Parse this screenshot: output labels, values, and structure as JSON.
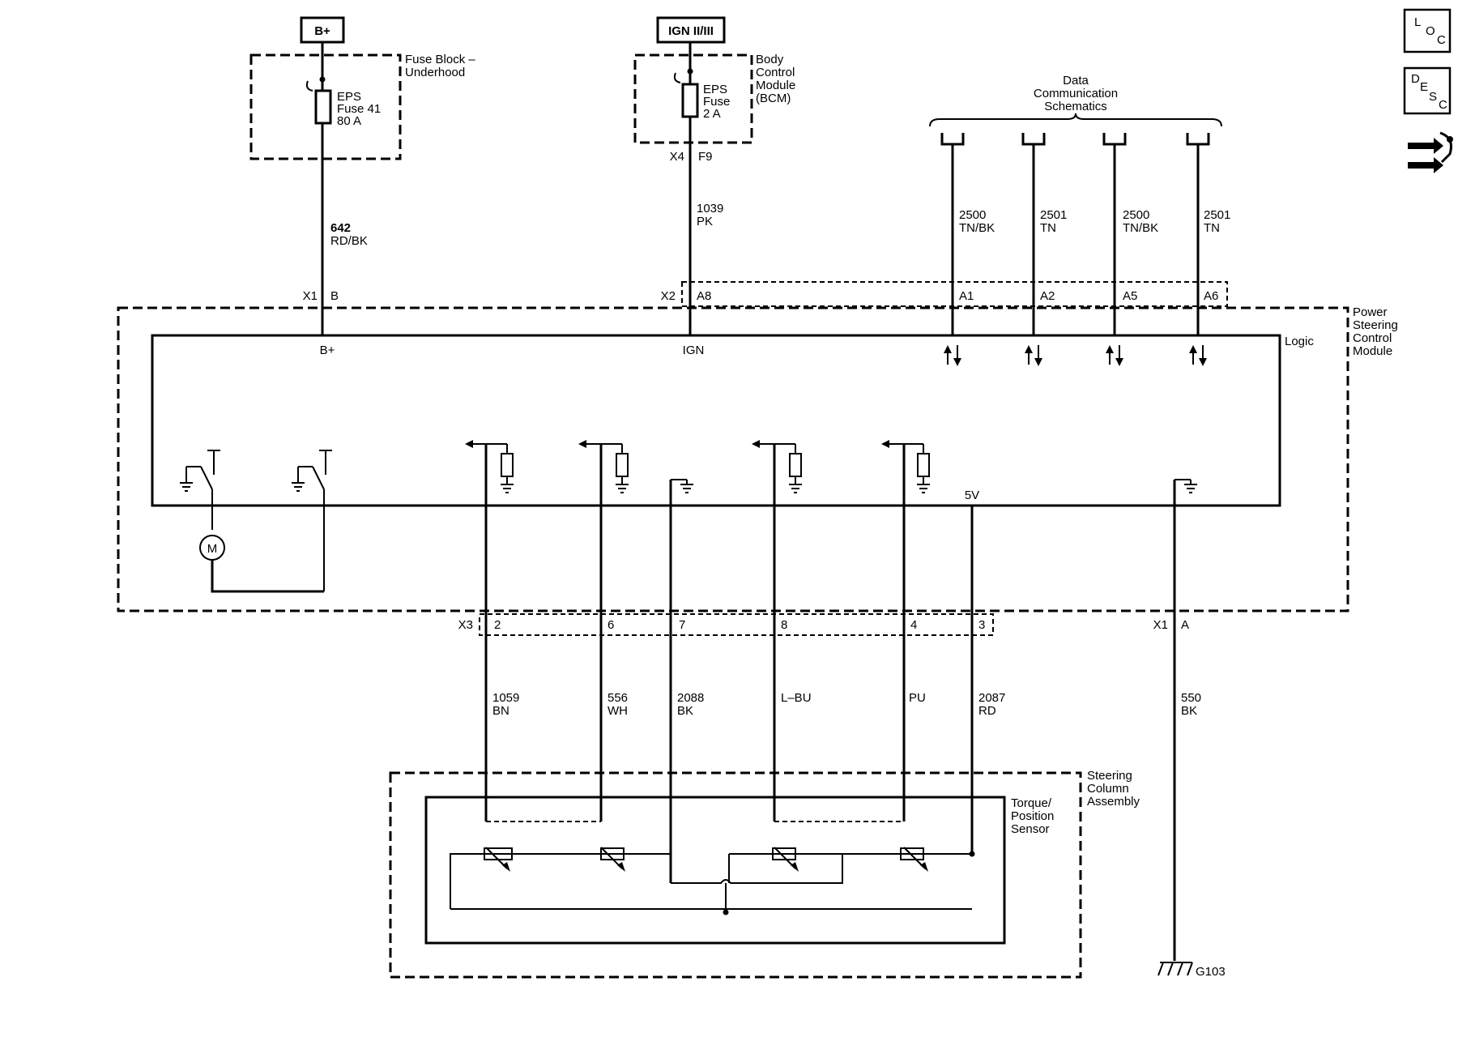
{
  "sources": {
    "battery": "B+",
    "ignition": "IGN II/III"
  },
  "fuse_block": {
    "title_line1": "Fuse Block –",
    "title_line2": "Underhood",
    "fuse_line1": "EPS",
    "fuse_line2": "Fuse 41",
    "fuse_line3": "80 A"
  },
  "bcm": {
    "title_line1": "Body",
    "title_line2": "Control",
    "title_line3": "Module",
    "title_line4": "(BCM)",
    "fuse_line1": "EPS",
    "fuse_line2": "Fuse",
    "fuse_line3": "2 A",
    "connector": "X4",
    "pin": "F9"
  },
  "data_comm": {
    "line1": "Data",
    "line2": "Communication",
    "line3": "Schematics"
  },
  "wires_top": {
    "w642_num": "642",
    "w642_color": "RD/BK",
    "w1039_num": "1039",
    "w1039_color": "PK",
    "d1_num": "2500",
    "d1_color": "TN/BK",
    "d2_num": "2501",
    "d2_color": "TN",
    "d3_num": "2500",
    "d3_color": "TN/BK",
    "d4_num": "2501",
    "d4_color": "TN"
  },
  "pscm_connectors": {
    "x1": "X1",
    "x1_pin_b": "B",
    "x2": "X2",
    "pin_a8": "A8",
    "pin_a1": "A1",
    "pin_a2": "A2",
    "pin_a5": "A5",
    "pin_a6": "A6"
  },
  "pscm": {
    "title_line1": "Power",
    "title_line2": "Steering",
    "title_line3": "Control",
    "title_line4": "Module",
    "logic": "Logic",
    "b_plus": "B+",
    "ign": "IGN",
    "five_v": "5V",
    "motor": "M"
  },
  "bottom_connectors": {
    "x3": "X3",
    "pin2": "2",
    "pin6": "6",
    "pin7": "7",
    "pin8": "8",
    "pin4": "4",
    "pin3": "3",
    "x1": "X1",
    "pinA": "A"
  },
  "wires_bottom": {
    "w1059_num": "1059",
    "w1059_color": "BN",
    "w556_num": "556",
    "w556_color": "WH",
    "w2088_num": "2088",
    "w2088_color": "BK",
    "wlbu_color": "L–BU",
    "wpu_color": "PU",
    "w2087_num": "2087",
    "w2087_color": "RD",
    "w550_num": "550",
    "w550_color": "BK"
  },
  "steering_column": {
    "line1": "Steering",
    "line2": "Column",
    "line3": "Assembly",
    "sensor_line1": "Torque/",
    "sensor_line2": "Position",
    "sensor_line3": "Sensor"
  },
  "ground": "G103",
  "nav_icons": {
    "loc_l": "L",
    "loc_o": "O",
    "loc_c": "C",
    "desc_d": "D",
    "desc_e": "E",
    "desc_s": "S",
    "desc_c": "C"
  }
}
